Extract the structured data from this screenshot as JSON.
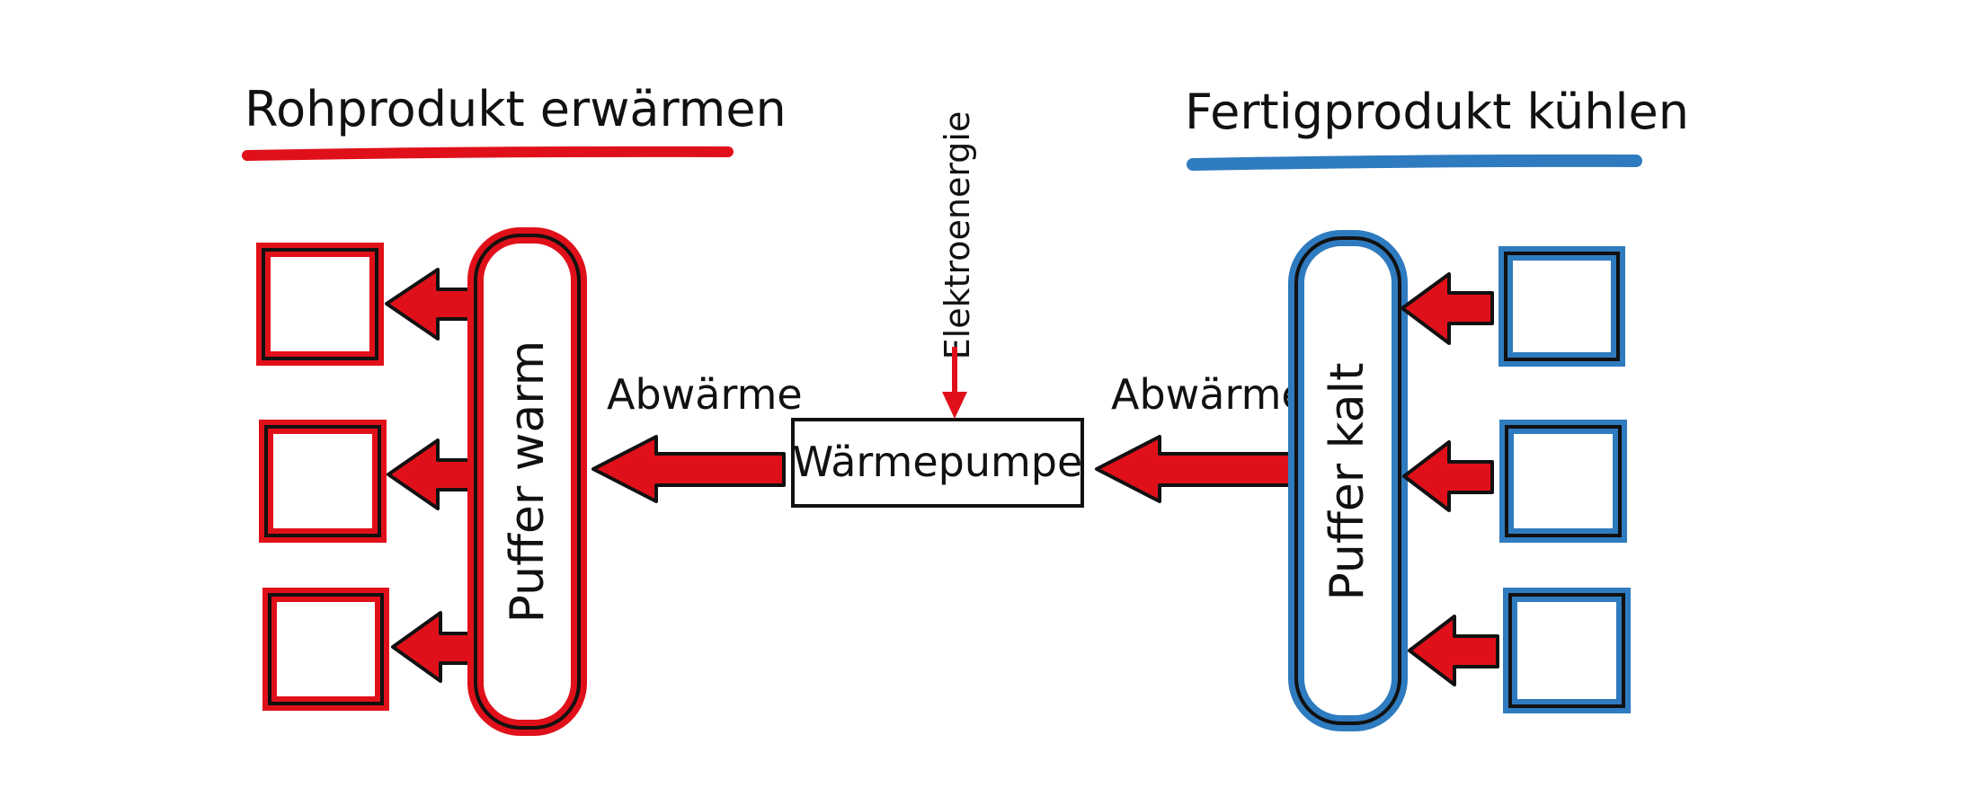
{
  "colors": {
    "warm": "#e0101a",
    "cold": "#2f7bbf",
    "ink": "#111111",
    "paper": "#ffffff"
  },
  "left_section": {
    "heading": "Rohprodukt erwärmen",
    "buffer_label": "Puffer warm",
    "consumer_count": 3
  },
  "right_section": {
    "heading": "Fertigprodukt kühlen",
    "buffer_label": "Puffer kalt",
    "source_count": 3
  },
  "center": {
    "heat_pump_label": "Wärmepumpe",
    "energy_input_label": "Elektroenergie",
    "waste_heat_left_label": "Abwärme",
    "waste_heat_right_label": "Abwärme"
  }
}
